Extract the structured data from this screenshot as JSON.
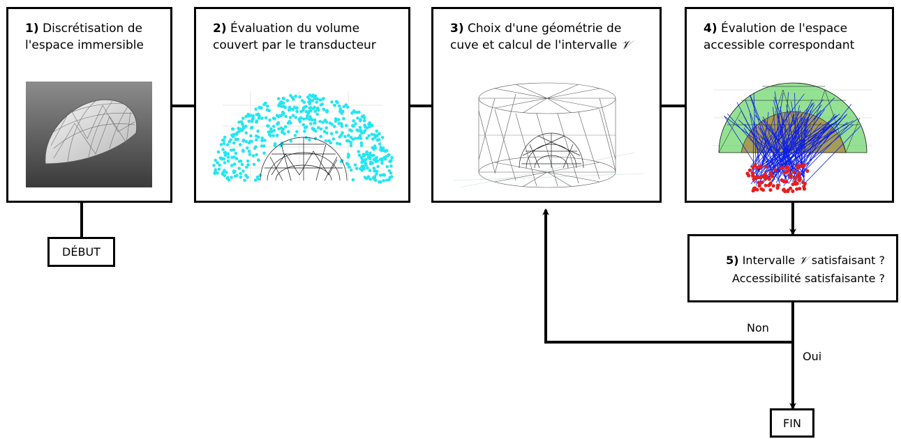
{
  "steps": [
    {
      "num": "1)",
      "line1": "Discrétisation de",
      "line2": "l'espace immersible"
    },
    {
      "num": "2)",
      "line1": "Évaluation du volume",
      "line2": "couvert par le transducteur"
    },
    {
      "num": "3)",
      "line1": "Choix d'une géométrie de",
      "line2": "cuve et calcul de l'intervalle",
      "symbol": "𝒱"
    },
    {
      "num": "4)",
      "line1": "Évalution de l'espace",
      "line2": "accessible correspondant"
    }
  ],
  "check": {
    "num": "5)",
    "line1": "Intervalle",
    "symbol": "𝒱",
    "line1_end": "satisfaisant ?",
    "line2": "Accessibilité satisfaisante ?"
  },
  "start_label": "DÉBUT",
  "end_label": "FIN",
  "edge_no": "Non",
  "edge_yes": "Oui",
  "colors": {
    "points_cyan": "#22e6f0",
    "rays_blue": "#0a1ee6",
    "points_red": "#e61e1e",
    "mesh_green": "#3cc83c",
    "mesh_brown": "#b4641e"
  }
}
